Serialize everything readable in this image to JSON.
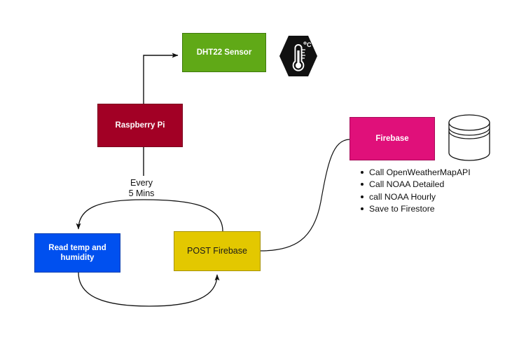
{
  "diagram": {
    "title": "Raspberry Pi weather sensor to Firebase flow",
    "background": "#ffffff",
    "nodes": [
      {
        "id": "dht22",
        "label": "DHT22 Sensor",
        "color": "#60A917",
        "text_color": "#ffffff",
        "shape": "rectangle"
      },
      {
        "id": "raspberry-pi",
        "label": "Raspberry Pi",
        "color": "#A20025",
        "text_color": "#ffffff",
        "shape": "rectangle"
      },
      {
        "id": "read-temp",
        "label": "Read temp and\nhumidity",
        "color": "#0050EF",
        "text_color": "#ffffff",
        "shape": "rectangle"
      },
      {
        "id": "post-firebase",
        "label": "POST Firebase",
        "color": "#E3C800",
        "text_color": "#1a1a1a",
        "shape": "rectangle"
      },
      {
        "id": "firebase",
        "label": "Firebase",
        "color": "#E0107A",
        "text_color": "#ffffff",
        "shape": "rectangle"
      }
    ],
    "edge_labels": {
      "interval": "Every\n5 Mins"
    },
    "icons": [
      {
        "id": "thermometer",
        "name": "thermometer-celsius-icon",
        "color": "#111111"
      },
      {
        "id": "database",
        "name": "database-cylinder-icon",
        "color": "#111111"
      }
    ],
    "bullets": [
      "Call OpenWeatherMapAPI",
      "Call NOAA Detailed",
      "call NOAA Hourly",
      "Save to Firestore"
    ],
    "edges": [
      {
        "from": "raspberry-pi",
        "to": "dht22",
        "arrow": true
      },
      {
        "from": "raspberry-pi",
        "to": "read-temp",
        "arrow": false,
        "label": "Every\n5 Mins"
      },
      {
        "from": "post-firebase",
        "to": "read-temp",
        "arrow": true
      },
      {
        "from": "read-temp",
        "to": "post-firebase",
        "arrow": true
      },
      {
        "from": "post-firebase",
        "to": "firebase",
        "arrow": false
      }
    ]
  }
}
